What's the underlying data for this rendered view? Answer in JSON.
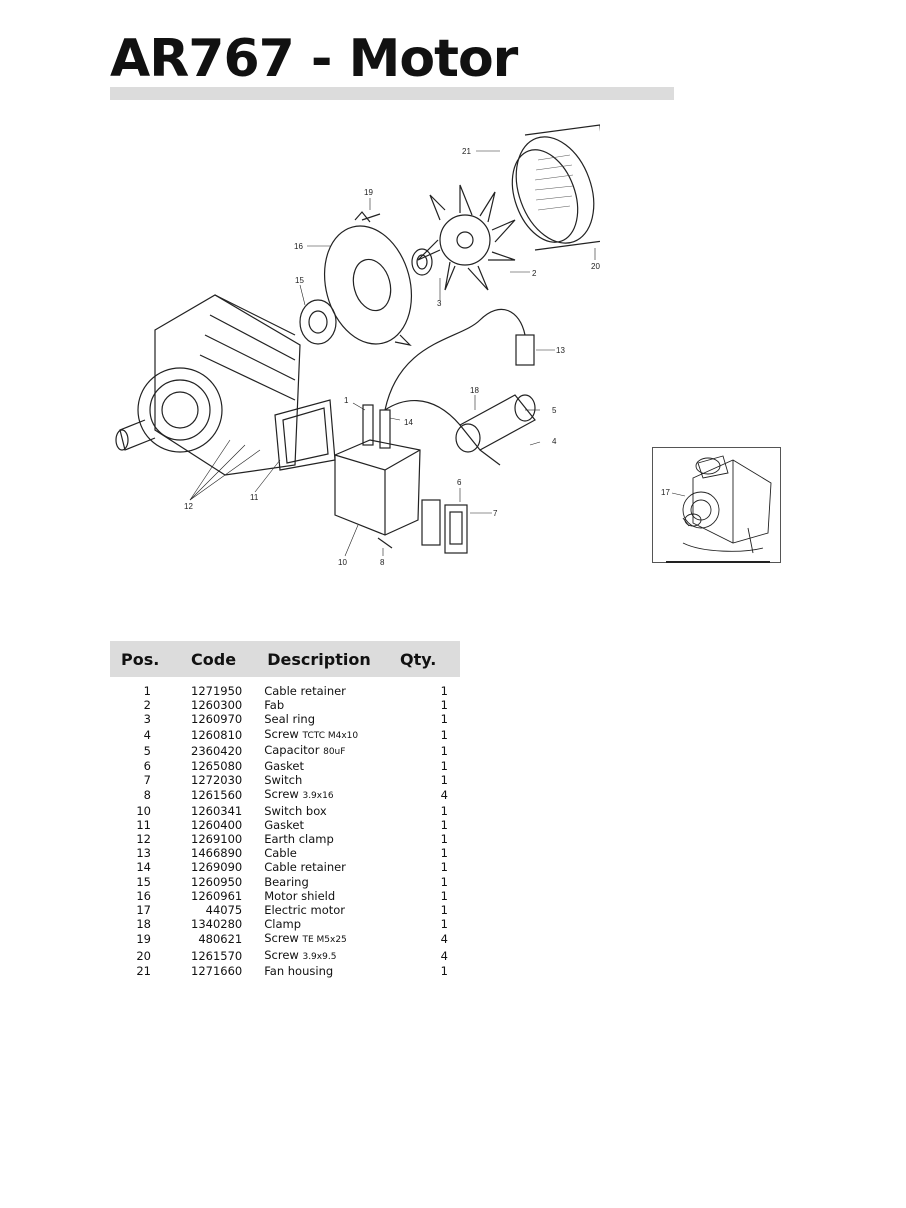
{
  "page": {
    "title": "AR767 - Motor"
  },
  "diagram": {
    "callouts": [
      "21",
      "19",
      "16",
      "15",
      "2",
      "3",
      "20",
      "13",
      "1",
      "14",
      "18",
      "5",
      "4",
      "12",
      "11",
      "6",
      "7",
      "10",
      "8"
    ],
    "inset_callout": "17"
  },
  "table": {
    "headers": {
      "pos": "Pos.",
      "code": "Code",
      "description": "Description",
      "qty": "Qty."
    },
    "rows": [
      {
        "pos": "1",
        "code": "1271950",
        "description": "Cable retainer",
        "spec": "",
        "qty": "1"
      },
      {
        "pos": "2",
        "code": "1260300",
        "description": "Fab",
        "spec": "",
        "qty": "1"
      },
      {
        "pos": "3",
        "code": "1260970",
        "description": "Seal ring",
        "spec": "",
        "qty": "1"
      },
      {
        "pos": "4",
        "code": "1260810",
        "description": "Screw",
        "spec": "TCTC M4x10",
        "qty": "1"
      },
      {
        "pos": "5",
        "code": "2360420",
        "description": "Capacitor",
        "spec": "80uF",
        "qty": "1"
      },
      {
        "pos": "6",
        "code": "1265080",
        "description": "Gasket",
        "spec": "",
        "qty": "1"
      },
      {
        "pos": "7",
        "code": "1272030",
        "description": "Switch",
        "spec": "",
        "qty": "1"
      },
      {
        "pos": "8",
        "code": "1261560",
        "description": "Screw",
        "spec": "3.9x16",
        "qty": "4"
      },
      {
        "pos": "10",
        "code": "1260341",
        "description": "Switch box",
        "spec": "",
        "qty": "1"
      },
      {
        "pos": "11",
        "code": "1260400",
        "description": "Gasket",
        "spec": "",
        "qty": "1"
      },
      {
        "pos": "12",
        "code": "1269100",
        "description": "Earth clamp",
        "spec": "",
        "qty": "1"
      },
      {
        "pos": "13",
        "code": "1466890",
        "description": "Cable",
        "spec": "",
        "qty": "1"
      },
      {
        "pos": "14",
        "code": "1269090",
        "description": "Cable retainer",
        "spec": "",
        "qty": "1"
      },
      {
        "pos": "15",
        "code": "1260950",
        "description": "Bearing",
        "spec": "",
        "qty": "1"
      },
      {
        "pos": "16",
        "code": "1260961",
        "description": "Motor shield",
        "spec": "",
        "qty": "1"
      },
      {
        "pos": "17",
        "code": "44075",
        "description": "Electric motor",
        "spec": "",
        "qty": "1"
      },
      {
        "pos": "18",
        "code": "1340280",
        "description": "Clamp",
        "spec": "",
        "qty": "1"
      },
      {
        "pos": "19",
        "code": "480621",
        "description": "Screw",
        "spec": "TE M5x25",
        "qty": "4"
      },
      {
        "pos": "20",
        "code": "1261570",
        "description": "Screw",
        "spec": "3.9x9.5",
        "qty": "4"
      },
      {
        "pos": "21",
        "code": "1271660",
        "description": "Fan housing",
        "spec": "",
        "qty": "1"
      }
    ]
  }
}
